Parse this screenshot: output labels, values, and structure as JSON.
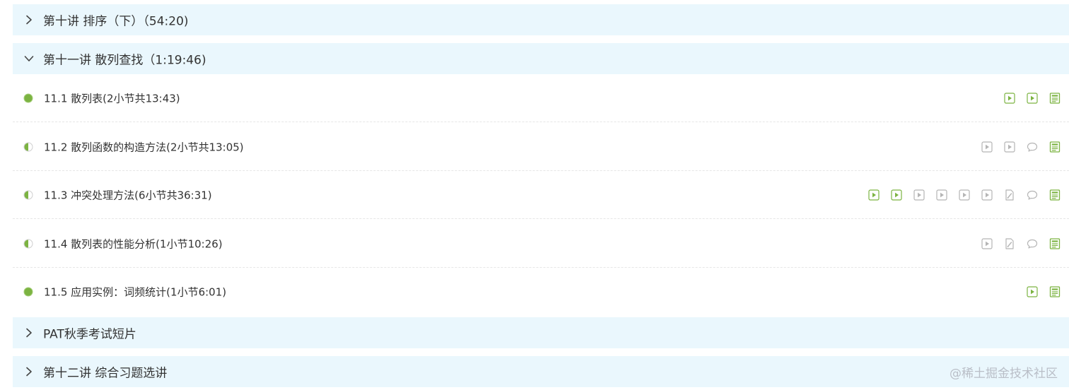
{
  "colors": {
    "chapter_bg": "#eaf7fd",
    "accent_green": "#7cb342",
    "icon_gray": "#b5b5b5",
    "text": "#333333",
    "watermark": "#b9bec7"
  },
  "chapters": [
    {
      "title": "第十讲 排序（下）（54:20)",
      "expanded": false
    },
    {
      "title": "第十一讲 散列查找（1:19:46)",
      "expanded": true
    },
    {
      "title": "PAT秋季考试短片",
      "expanded": false
    },
    {
      "title": "第十二讲 综合习题选讲",
      "expanded": false
    }
  ],
  "lessons": [
    {
      "title": "11.1 散列表(2小节共13:43)",
      "status": "complete",
      "icons": [
        "video-icon:green",
        "video-icon:green",
        "document-icon:green"
      ]
    },
    {
      "title": "11.2 散列函数的构造方法(2小节共13:05)",
      "status": "partial",
      "icons": [
        "video-icon:gray",
        "video-icon:gray",
        "chat-icon:gray",
        "document-icon:green"
      ]
    },
    {
      "title": "11.3 冲突处理方法(6小节共36:31)",
      "status": "partial",
      "icons": [
        "video-icon:green",
        "video-icon:green",
        "video-icon:gray",
        "video-icon:gray",
        "video-icon:gray",
        "video-icon:gray",
        "edit-icon:gray",
        "chat-icon:gray",
        "document-icon:green"
      ]
    },
    {
      "title": "11.4 散列表的性能分析(1小节10:26)",
      "status": "partial",
      "icons": [
        "video-icon:gray",
        "edit-icon:gray",
        "chat-icon:gray",
        "document-icon:green"
      ]
    },
    {
      "title": "11.5 应用实例：词频统计(1小节6:01)",
      "status": "complete",
      "icons": [
        "video-icon:green",
        "document-icon:green"
      ]
    }
  ],
  "watermark": "@稀土掘金技术社区"
}
